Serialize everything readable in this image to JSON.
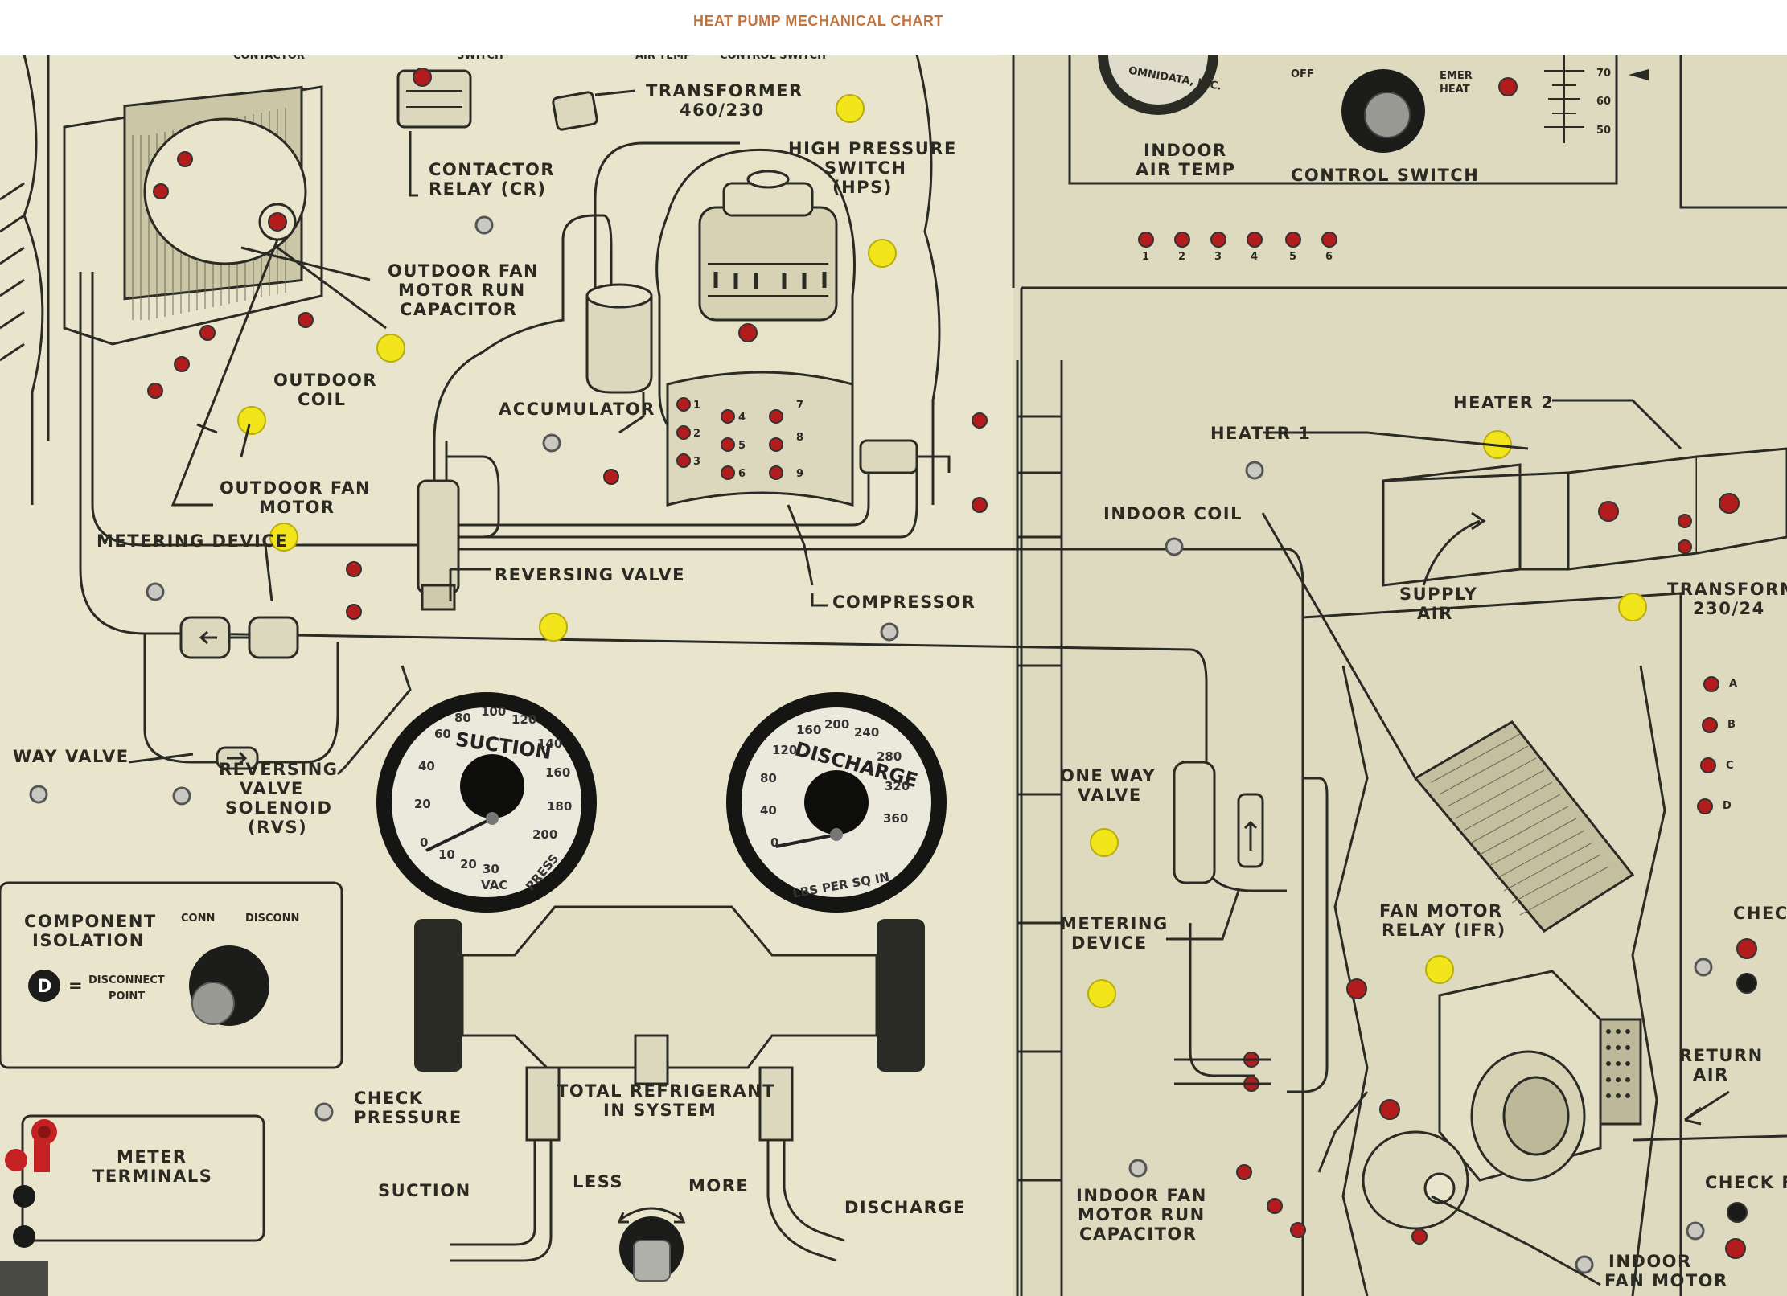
{
  "header": {
    "title": "HEAT PUMP MECHANICAL CHART"
  },
  "colors": {
    "panel": "#e6e2c9",
    "ink": "#2b2b25",
    "yellow_led": "#f2e51c",
    "red_jack": "#b21c1c",
    "title": "#c0733c"
  },
  "labels": {
    "contactor": "CONTACTOR",
    "switch": "SWITCH",
    "air_temp_top": "AIR TEMP",
    "control_top": "CONTROL SWITCH",
    "transformer_460": "TRANSFORMER",
    "transformer_460_v": "460/230",
    "high_pressure": "HIGH PRESSURE",
    "switch_hps": "SWITCH",
    "hps": "(HPS)",
    "contactor_relay": "CONTACTOR",
    "relay_cr": "RELAY  (CR)",
    "ofm_cap_1": "OUTDOOR FAN",
    "ofm_cap_2": "MOTOR RUN",
    "ofm_cap_3": "CAPACITOR",
    "outdoor_coil_1": "OUTDOOR",
    "outdoor_coil_2": "COIL",
    "accumulator": "ACCUMULATOR",
    "ofm_1": "OUTDOOR FAN",
    "ofm_2": "MOTOR",
    "metering_device": "METERING DEVICE",
    "reversing_valve": "REVERSING VALVE",
    "compressor": "COMPRESSOR",
    "one_way_left": "WAY VALVE",
    "rvs_1": "REVERSING",
    "rvs_2": "VALVE",
    "rvs_3": "SOLENOID",
    "rvs_4": "(RVS)",
    "component_isolation_1": "COMPONENT",
    "component_isolation_2": "ISOLATION",
    "conn": "CONN",
    "disconn": "DISCONN",
    "d_letter": "D",
    "equals": "=",
    "disconnect_point_1": "DISCONNECT",
    "disconnect_point_2": "POINT",
    "check_pressure_1": "CHECK",
    "check_pressure_2": "PRESSURE",
    "meter_terminals_1": "METER",
    "meter_terminals_2": "TERMINALS",
    "total_ref_1": "TOTAL REFRIGERANT",
    "total_ref_2": "IN SYSTEM",
    "suction": "SUCTION",
    "discharge": "DISCHARGE",
    "less": "LESS",
    "more": "MORE",
    "indoor_air_1": "INDOOR",
    "indoor_air_2": "AIR TEMP",
    "control_switch": "CONTROL SWITCH",
    "off": "OFF",
    "emer": "EMER",
    "heat": "HEAT",
    "omnidata": "OMNIDATA, INC.",
    "heater_1": "HEATER 1",
    "heater_2": "HEATER 2",
    "indoor_coil": "INDOOR COIL",
    "supply_1": "SUPPLY",
    "supply_2": "AIR",
    "transformer_right_1": "TRANSFORM",
    "transformer_right_2": "230/24",
    "one_way_right_1": "ONE WAY",
    "one_way_right_2": "VALVE",
    "metering_right_1": "METERING",
    "metering_right_2": "DEVICE",
    "fan_relay_1": "FAN MOTOR",
    "fan_relay_2": "RELAY  (IFR)",
    "check_right": "CHECK",
    "return_1": "RETURN",
    "return_2": "AIR",
    "ifm_cap_1": "INDOOR FAN",
    "ifm_cap_2": "MOTOR RUN",
    "ifm_cap_3": "CAPACITOR",
    "check_f": "CHECK F",
    "ifm_1": "INDOOR",
    "ifm_2": "FAN MOTOR"
  },
  "gauges": {
    "suction": {
      "title": "SUCTION",
      "bottom": "VAC",
      "press": "PRESS",
      "ticks": [
        "0",
        "20",
        "40",
        "60",
        "80",
        "100",
        "120",
        "140",
        "160",
        "180",
        "200"
      ],
      "vac": [
        "10",
        "20",
        "30"
      ]
    },
    "discharge": {
      "title": "DISCHARGE",
      "bottom": "LBS PER SQ IN",
      "ticks": [
        "0",
        "40",
        "80",
        "120",
        "160",
        "200",
        "240",
        "280",
        "320",
        "360"
      ]
    }
  },
  "thermo_scale": [
    "70",
    "60",
    "50"
  ],
  "terminal_numbers": {
    "control": [
      "1",
      "2",
      "3",
      "4",
      "5",
      "6"
    ],
    "compressor": [
      "1",
      "2",
      "3",
      "4",
      "5",
      "6",
      "7",
      "8",
      "9"
    ],
    "transformer_right": [
      "A",
      "B",
      "C",
      "D"
    ]
  }
}
